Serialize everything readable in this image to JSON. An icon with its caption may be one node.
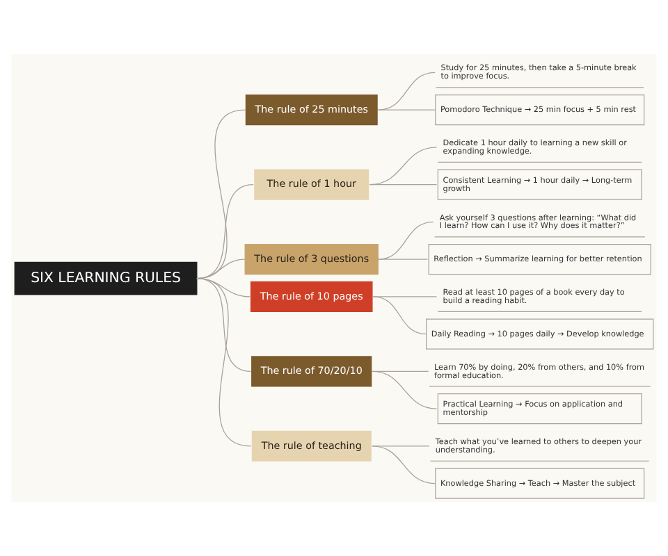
{
  "diagram": {
    "nodes": [
      {
        "text": [
          "SIX LEARNING RULES"
        ]
      },
      {
        "text": [
          "The rule of 25 minutes"
        ]
      },
      {
        "text": [
          "Study for 25 minutes, then take a 5-minute break to improve focus."
        ]
      },
      {
        "text": [
          "Pomodoro Technique → 25 min focus + 5 min rest"
        ]
      },
      {
        "text": [
          "The rule of 1 hour"
        ]
      },
      {
        "text": [
          "Dedicate 1 hour daily to learning a new skill or expanding knowledge."
        ]
      },
      {
        "text": [
          "Consistent Learning → 1 hour daily → Long-term growth"
        ]
      },
      {
        "text": [
          "The rule of 3 questions"
        ]
      },
      {
        "text": [
          "Ask yourself 3 questions after learning: “What did I learn? How can I use it? Why does it matter?”"
        ]
      },
      {
        "text": [
          "Reflection → Summarize learning for better retention"
        ]
      },
      {
        "text": [
          "The rule of 10 pages"
        ]
      },
      {
        "text": [
          "Read at least 10 pages of a book every day to build a reading habit."
        ]
      },
      {
        "text": [
          "Daily Reading → 10 pages daily → Develop knowledge"
        ]
      },
      {
        "text": [
          "The rule of 70/20/10"
        ]
      },
      {
        "text": [
          "Learn 70% by doing, 20% from others, and 10% from formal education."
        ]
      },
      {
        "text": [
          "Practical Learning → Focus on application and mentorship"
        ]
      },
      {
        "text": [
          "The rule of teaching"
        ]
      },
      {
        "text": [
          "Teach what you’ve learned to others to deepen your understanding."
        ]
      },
      {
        "text": [
          "Knowledge Sharing → Teach → Master the subject"
        ]
      }
    ],
    "edges": [
      {
        "from": 0,
        "to": 1,
        "arrow": "none"
      },
      {
        "from": 1,
        "to": 2,
        "arrow": "none"
      },
      {
        "from": 1,
        "to": 3,
        "arrow": "none"
      },
      {
        "from": 0,
        "to": 4,
        "arrow": "none"
      },
      {
        "from": 4,
        "to": 5,
        "arrow": "none"
      },
      {
        "from": 4,
        "to": 6,
        "arrow": "none"
      },
      {
        "from": 0,
        "to": 7,
        "arrow": "none"
      },
      {
        "from": 7,
        "to": 8,
        "arrow": "none"
      },
      {
        "from": 7,
        "to": 9,
        "arrow": "none"
      },
      {
        "from": 0,
        "to": 10,
        "arrow": "none"
      },
      {
        "from": 10,
        "to": 11,
        "arrow": "none"
      },
      {
        "from": 10,
        "to": 12,
        "arrow": "none"
      },
      {
        "from": 0,
        "to": 13,
        "arrow": "none"
      },
      {
        "from": 13,
        "to": 14,
        "arrow": "none"
      },
      {
        "from": 13,
        "to": 15,
        "arrow": "none"
      },
      {
        "from": 0,
        "to": 16,
        "arrow": "none"
      },
      {
        "from": 16,
        "to": 17,
        "arrow": "none"
      },
      {
        "from": 16,
        "to": 18,
        "arrow": "none"
      }
    ]
  }
}
